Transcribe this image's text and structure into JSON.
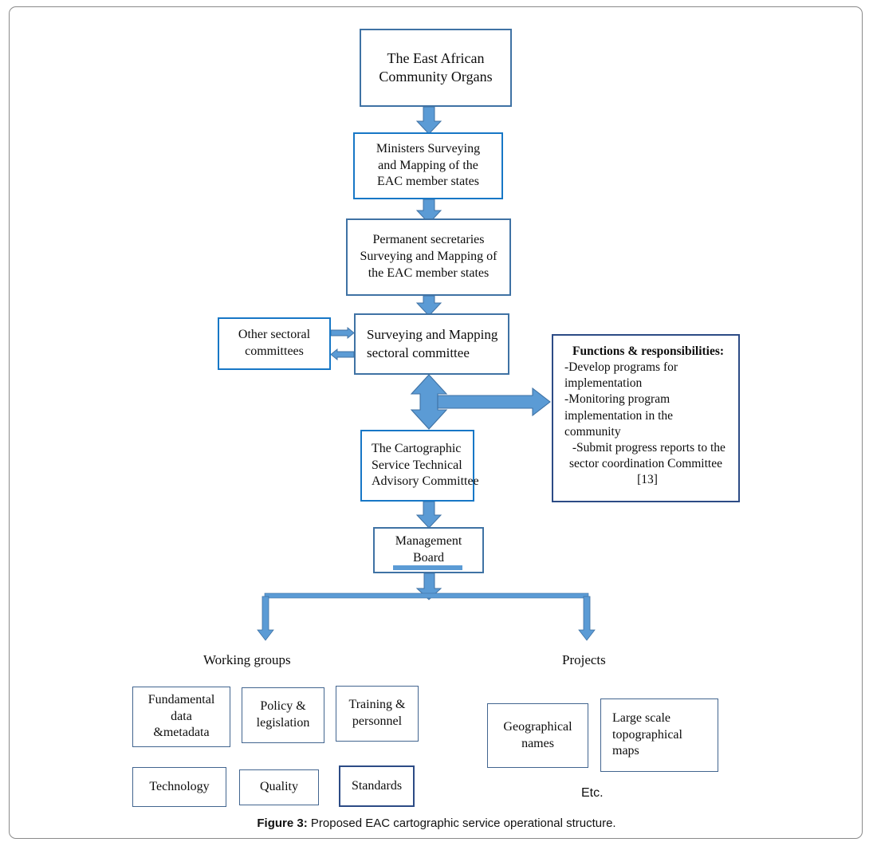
{
  "figure": {
    "caption_prefix": "Figure 3:",
    "caption_text": " Proposed EAC cartographic service operational structure."
  },
  "colors": {
    "arrow_fill": "#5b9bd5",
    "arrow_stroke": "#3f72a4",
    "border_bright_blue": "#1777c6",
    "border_steel_blue": "#3f72a4",
    "border_navy": "#2c4b85",
    "page_frame": "#8a8a8a",
    "text": "#0d0d0d"
  },
  "nodes": {
    "eac_organs": {
      "line1": "The East African",
      "line2": "Community Organs"
    },
    "ministers": {
      "line1": "Ministers Surveying",
      "line2": "and Mapping of the",
      "line3": "EAC member states"
    },
    "permanent_secretaries": {
      "line1": "Permanent secretaries",
      "line2": "Surveying and Mapping of",
      "line3": "the EAC member states"
    },
    "other_sectoral": {
      "line1": "Other sectoral",
      "line2": "committees"
    },
    "sm_sectoral": {
      "line1": "Surveying and Mapping",
      "line2": "sectoral committee"
    },
    "advisory": {
      "line1": "The Cartographic",
      "line2": "Service Technical",
      "line3": "Advisory Committee"
    },
    "management_board": {
      "line1": "Management",
      "line2": "Board"
    }
  },
  "functions_box": {
    "header": "Functions & responsibilities:",
    "lines": [
      "-Develop programs for",
      "implementation",
      "-Monitoring program",
      "implementation in the",
      "community"
    ],
    "indent_lines": [
      " -Submit progress reports to the",
      "sector coordination Committee"
    ],
    "reference": "[13]"
  },
  "branch_labels": {
    "working_groups": "Working groups",
    "projects": "Projects"
  },
  "working_groups": [
    {
      "id": "fundamental-data",
      "line1": "Fundamental",
      "line2": "data",
      "line3": "&metadata"
    },
    {
      "id": "policy-legislation",
      "line1": "Policy &",
      "line2": "legislation"
    },
    {
      "id": "training-personnel",
      "line1": "Training &",
      "line2": "personnel"
    },
    {
      "id": "technology",
      "line1": "Technology"
    },
    {
      "id": "quality",
      "line1": "Quality"
    },
    {
      "id": "standards",
      "line1": "Standards"
    }
  ],
  "projects": [
    {
      "id": "geographical-names",
      "line1": "Geographical",
      "line2": "names"
    },
    {
      "id": "large-scale-maps",
      "line1": "Large scale",
      "line2": "topographical",
      "line3": "maps"
    }
  ],
  "projects_etc": "Etc."
}
